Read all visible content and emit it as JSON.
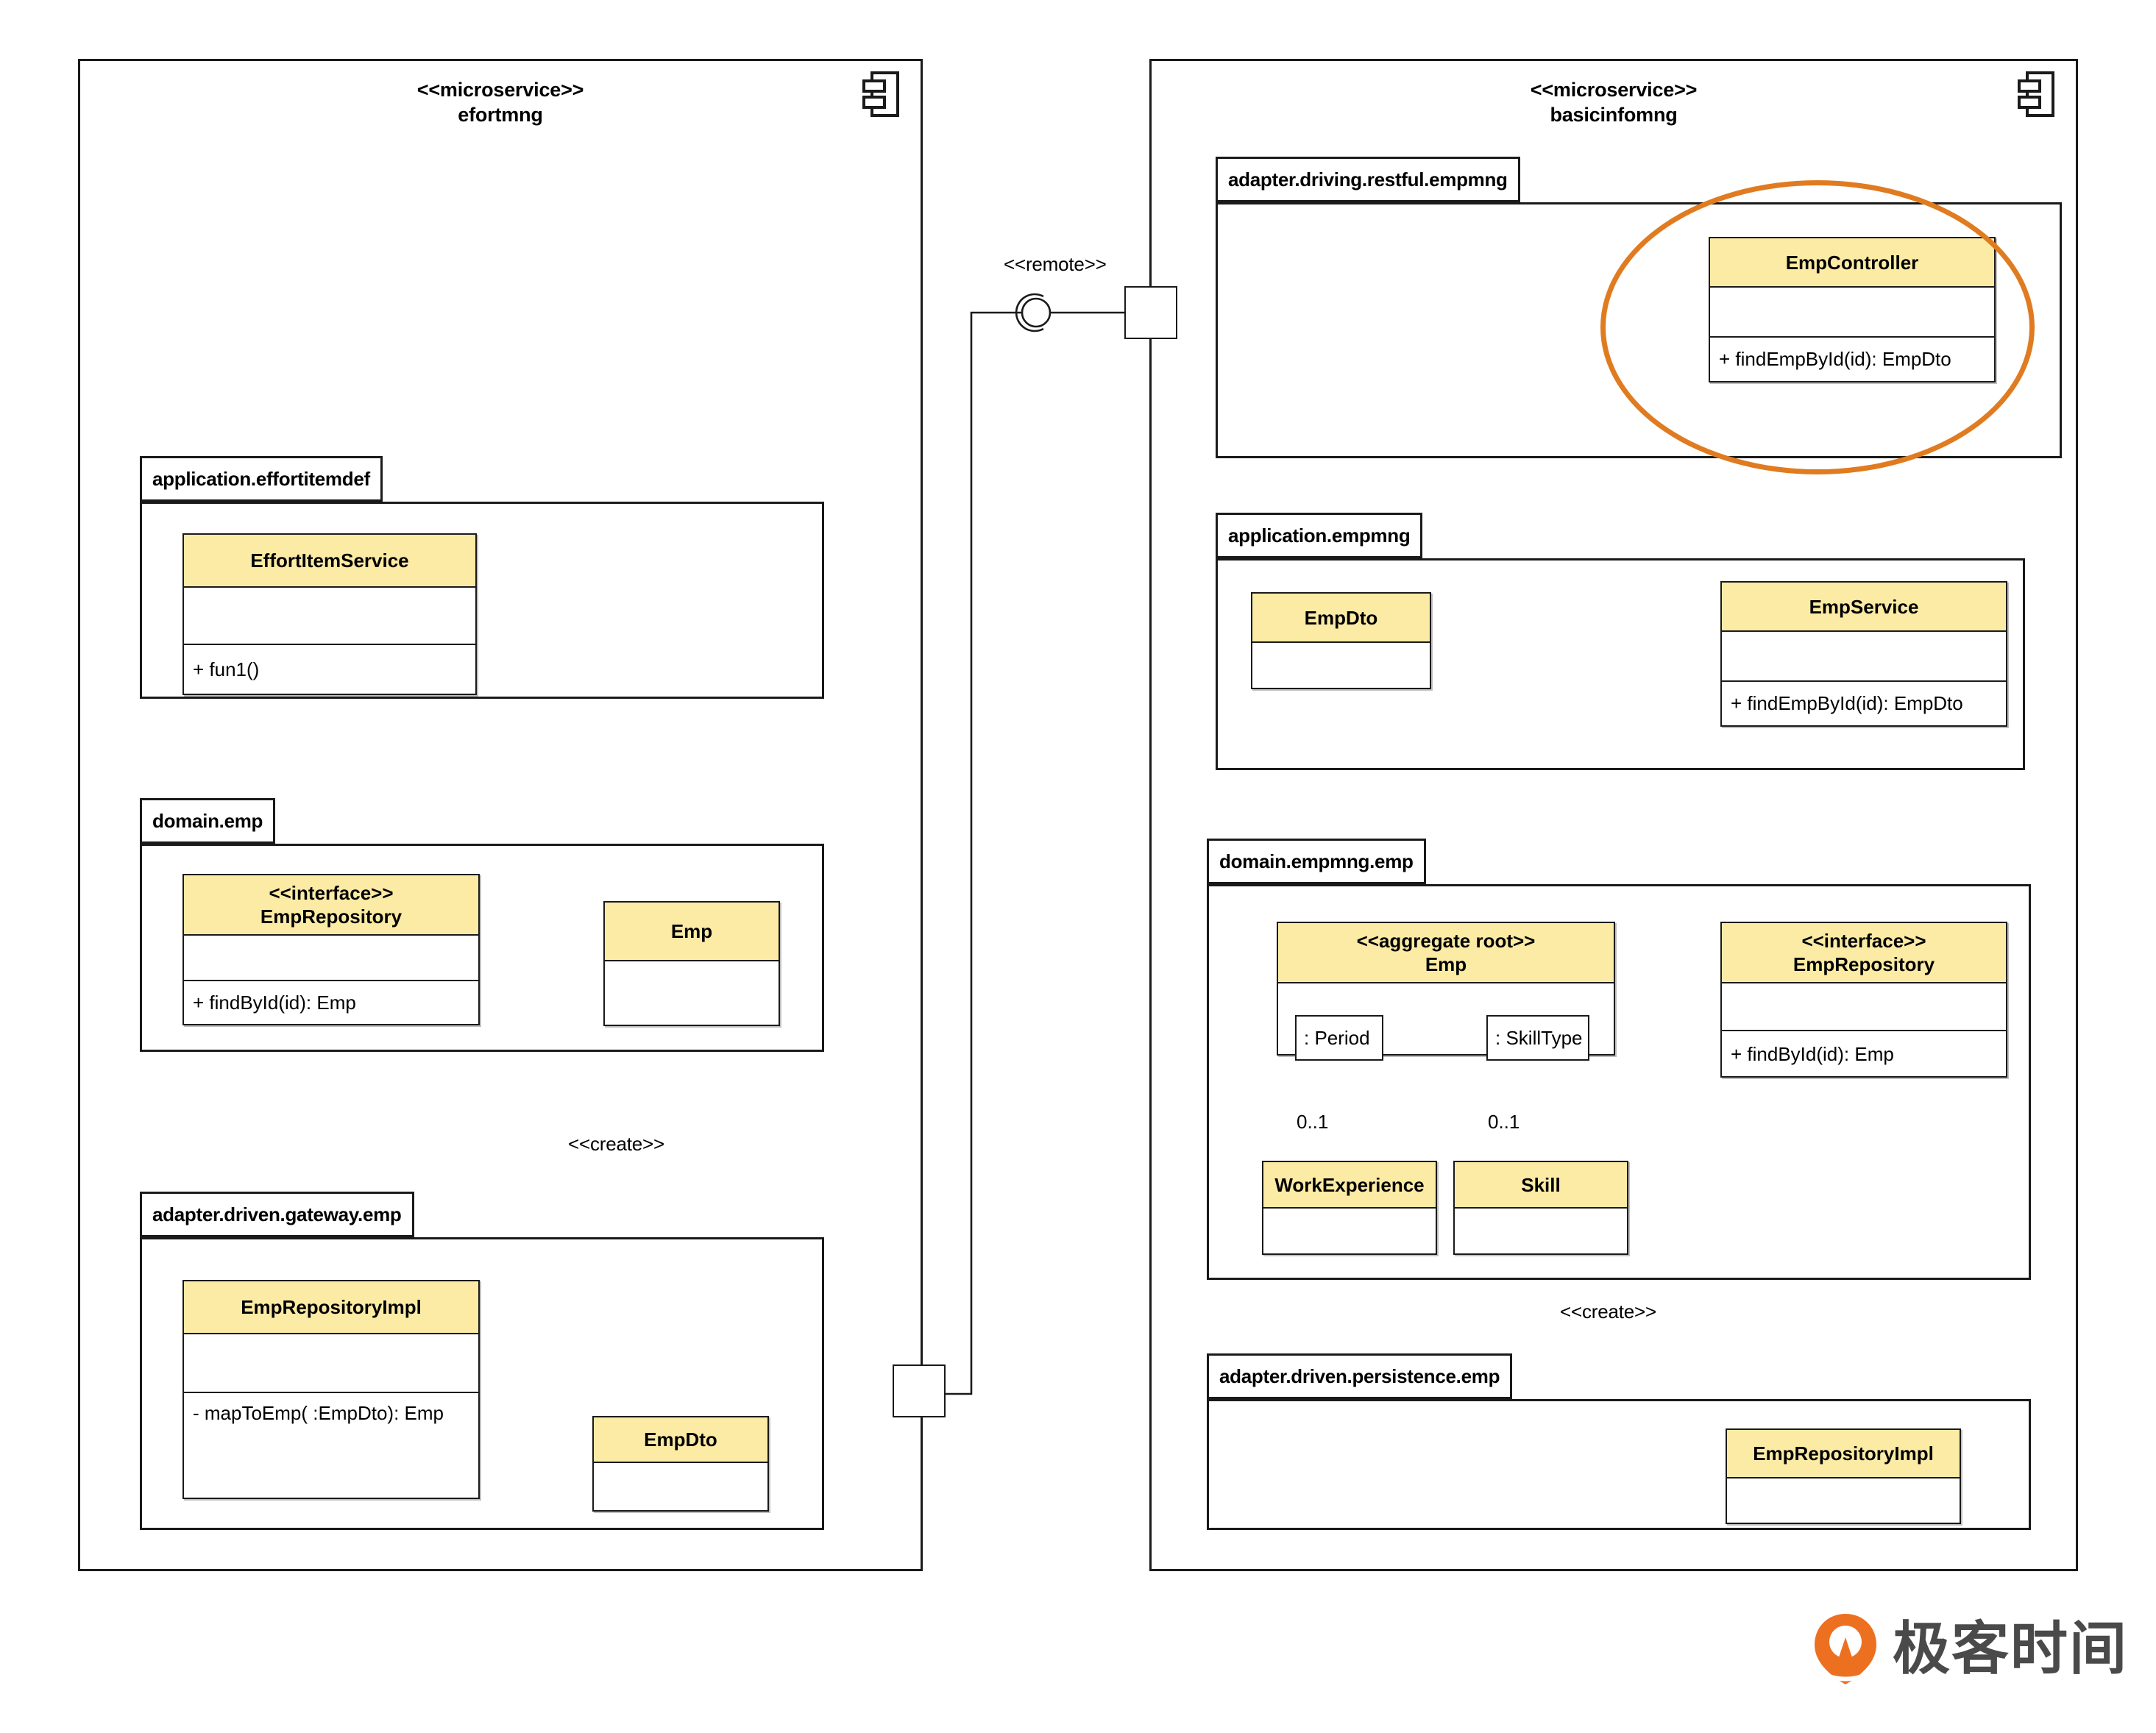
{
  "diagram": {
    "title": "Microservice hexagonal architecture class diagram",
    "colors": {
      "class_header_fill": "#FCEBA4",
      "line": "#1a1a1a",
      "highlight": "#E07B20",
      "logo_orange": "#ED7020",
      "logo_text": "#4a4a4a"
    }
  },
  "microservices": [
    {
      "id": "efortmng",
      "stereotype": "<<microservice>>",
      "name": "efortmng",
      "icon": "component-icon",
      "packages": [
        {
          "id": "application-effortitemdef",
          "name": "application.effortitemdef",
          "classes": [
            {
              "id": "effortitemservice",
              "stereotype": "",
              "name": "EffortItemService",
              "attributes": [],
              "operations": [
                "+ fun1()"
              ]
            }
          ]
        },
        {
          "id": "domain-emp",
          "name": "domain.emp",
          "classes": [
            {
              "id": "emprepository-left",
              "stereotype": "<<interface>>",
              "name": "EmpRepository",
              "attributes": [],
              "operations": [
                "+ findById(id): Emp"
              ]
            },
            {
              "id": "emp-left",
              "stereotype": "",
              "name": "Emp",
              "attributes": [],
              "operations": []
            }
          ]
        },
        {
          "id": "adapter-driven-gateway-emp",
          "name": "adapter.driven.gateway.emp",
          "classes": [
            {
              "id": "emprepositoryimpl-left",
              "stereotype": "",
              "name": "EmpRepositoryImpl",
              "attributes": [],
              "operations": [
                "- mapToEmp( :EmpDto): Emp"
              ]
            },
            {
              "id": "empdto-left",
              "stereotype": "",
              "name": "EmpDto",
              "attributes": [],
              "operations": []
            }
          ]
        }
      ]
    },
    {
      "id": "basicinfomng",
      "stereotype": "<<microservice>>",
      "name": "basicinfomng",
      "icon": "component-icon",
      "packages": [
        {
          "id": "adapter-driving-restful-empmng",
          "name": "adapter.driving.restful.empmng",
          "classes": [
            {
              "id": "empcontroller",
              "stereotype": "",
              "name": "EmpController",
              "attributes": [],
              "operations": [
                "+ findEmpById(id): EmpDto"
              ]
            }
          ]
        },
        {
          "id": "application-empmng",
          "name": "application.empmng",
          "classes": [
            {
              "id": "empdto-right",
              "stereotype": "",
              "name": "EmpDto",
              "attributes": [],
              "operations": []
            },
            {
              "id": "empservice",
              "stereotype": "",
              "name": "EmpService",
              "attributes": [],
              "operations": [
                "+ findEmpById(id): EmpDto"
              ]
            }
          ]
        },
        {
          "id": "domain-empmng-emp",
          "name": "domain.empmng.emp",
          "classes": [
            {
              "id": "emp-aggregate",
              "stereotype": "<<aggregate root>>",
              "name": "Emp",
              "attributes": [],
              "operations": []
            },
            {
              "id": "emprepository-right",
              "stereotype": "<<interface>>",
              "name": "EmpRepository",
              "attributes": [],
              "operations": [
                "+ findById(id): Emp"
              ]
            },
            {
              "id": "workexperience",
              "stereotype": "",
              "name": "WorkExperience",
              "attributes": [],
              "operations": []
            },
            {
              "id": "skill",
              "stereotype": "",
              "name": "Skill",
              "attributes": [],
              "operations": []
            }
          ],
          "association_ends": [
            {
              "id": "period-end",
              "label": ": Period",
              "multiplicity": "0..1",
              "target": "WorkExperience"
            },
            {
              "id": "skilltype-end",
              "label": ": SkillType",
              "multiplicity": "0..1",
              "target": "Skill"
            }
          ]
        },
        {
          "id": "adapter-driven-persistence-emp",
          "name": "adapter.driven.persistence.emp",
          "classes": [
            {
              "id": "emprepositoryimpl-right",
              "stereotype": "",
              "name": "EmpRepositoryImpl",
              "attributes": [],
              "operations": []
            }
          ]
        }
      ]
    }
  ],
  "connector_labels": {
    "remote": "<<remote>>",
    "create_left": "<<create>>",
    "create_right": "<<create>>"
  },
  "logo": {
    "text": "极客时间"
  }
}
